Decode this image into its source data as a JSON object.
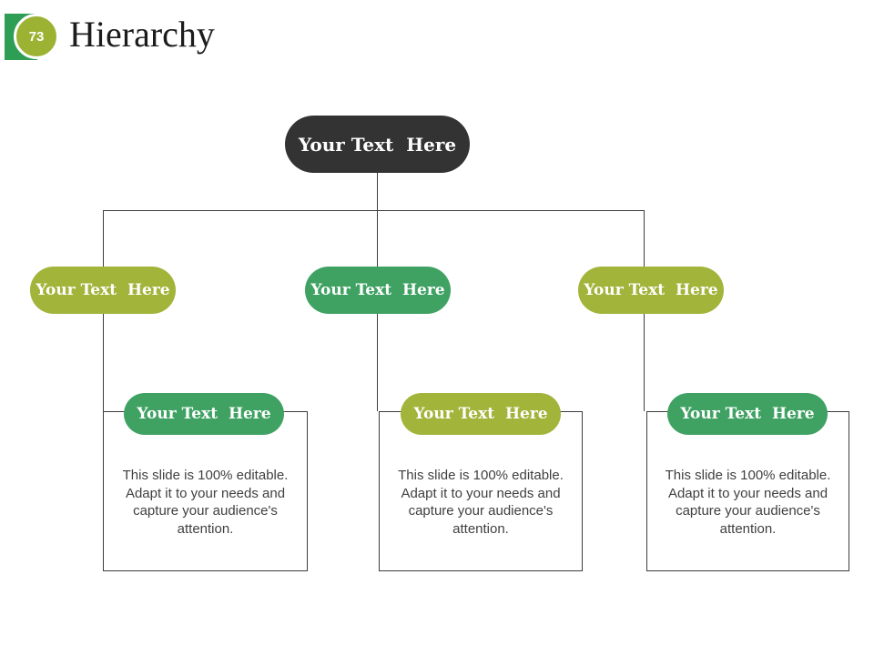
{
  "slide": {
    "badge_number": "73",
    "title": "Hierarchy"
  },
  "colors": {
    "root_node": "#333333",
    "olive_node": "#a2b43a",
    "green_node": "#3fa263",
    "badge_square": "#2f9e55",
    "badge_circle": "#9cb233",
    "connector_line": "#3d3d3d",
    "body_text": "#404040"
  },
  "diagram": {
    "root": {
      "label": "Your Text  Here",
      "color": "#333333"
    },
    "level2": [
      {
        "label": "Your Text  Here",
        "color": "#a2b43a"
      },
      {
        "label": "Your Text  Here",
        "color": "#3fa263"
      },
      {
        "label": "Your Text  Here",
        "color": "#a2b43a"
      }
    ],
    "level3": [
      {
        "label": "Your Text  Here",
        "color": "#3fa263",
        "body": "This slide is 100% editable. Adapt it to your needs and capture your audience's attention."
      },
      {
        "label": "Your Text  Here",
        "color": "#a2b43a",
        "body": "This slide is 100% editable. Adapt it to your needs and capture your audience's attention."
      },
      {
        "label": "Your Text  Here",
        "color": "#3fa263",
        "body": "This slide is 100% editable. Adapt it to your needs and capture your audience's attention."
      }
    ]
  }
}
